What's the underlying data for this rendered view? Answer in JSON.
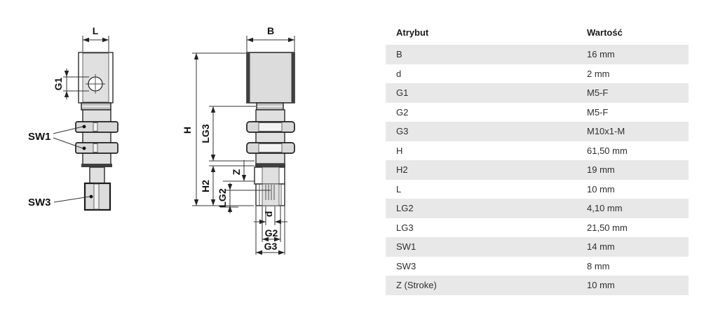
{
  "drawing": {
    "front_view": {
      "dim_L": "L",
      "dim_G1": "G1",
      "label_SW1": "SW1",
      "label_SW3": "SW3"
    },
    "side_view": {
      "dim_B": "B",
      "dim_H": "H",
      "dim_LG3": "LG3",
      "dim_H2": "H2",
      "dim_Z": "Z",
      "dim_LG2": "LG2",
      "dim_d": "d",
      "dim_G2": "G2",
      "dim_G3": "G3"
    }
  },
  "table": {
    "headers": [
      "Atrybut",
      "Wartość"
    ],
    "rows": [
      [
        "B",
        "16 mm"
      ],
      [
        "d",
        "2 mm"
      ],
      [
        "G1",
        "M5-F"
      ],
      [
        "G2",
        "M5-F"
      ],
      [
        "G3",
        "M10x1-M"
      ],
      [
        "H",
        "61,50 mm"
      ],
      [
        "H2",
        "19 mm"
      ],
      [
        "L",
        "10 mm"
      ],
      [
        "LG2",
        "4,10 mm"
      ],
      [
        "LG3",
        "21,50 mm"
      ],
      [
        "SW1",
        "14 mm"
      ],
      [
        "SW3",
        "8 mm"
      ],
      [
        "Z (Stroke)",
        "10 mm"
      ]
    ]
  },
  "colors": {
    "row_shade": "#e8e8e8",
    "part_fill": "#e0e0e0",
    "outline": "#2a2a2a"
  }
}
